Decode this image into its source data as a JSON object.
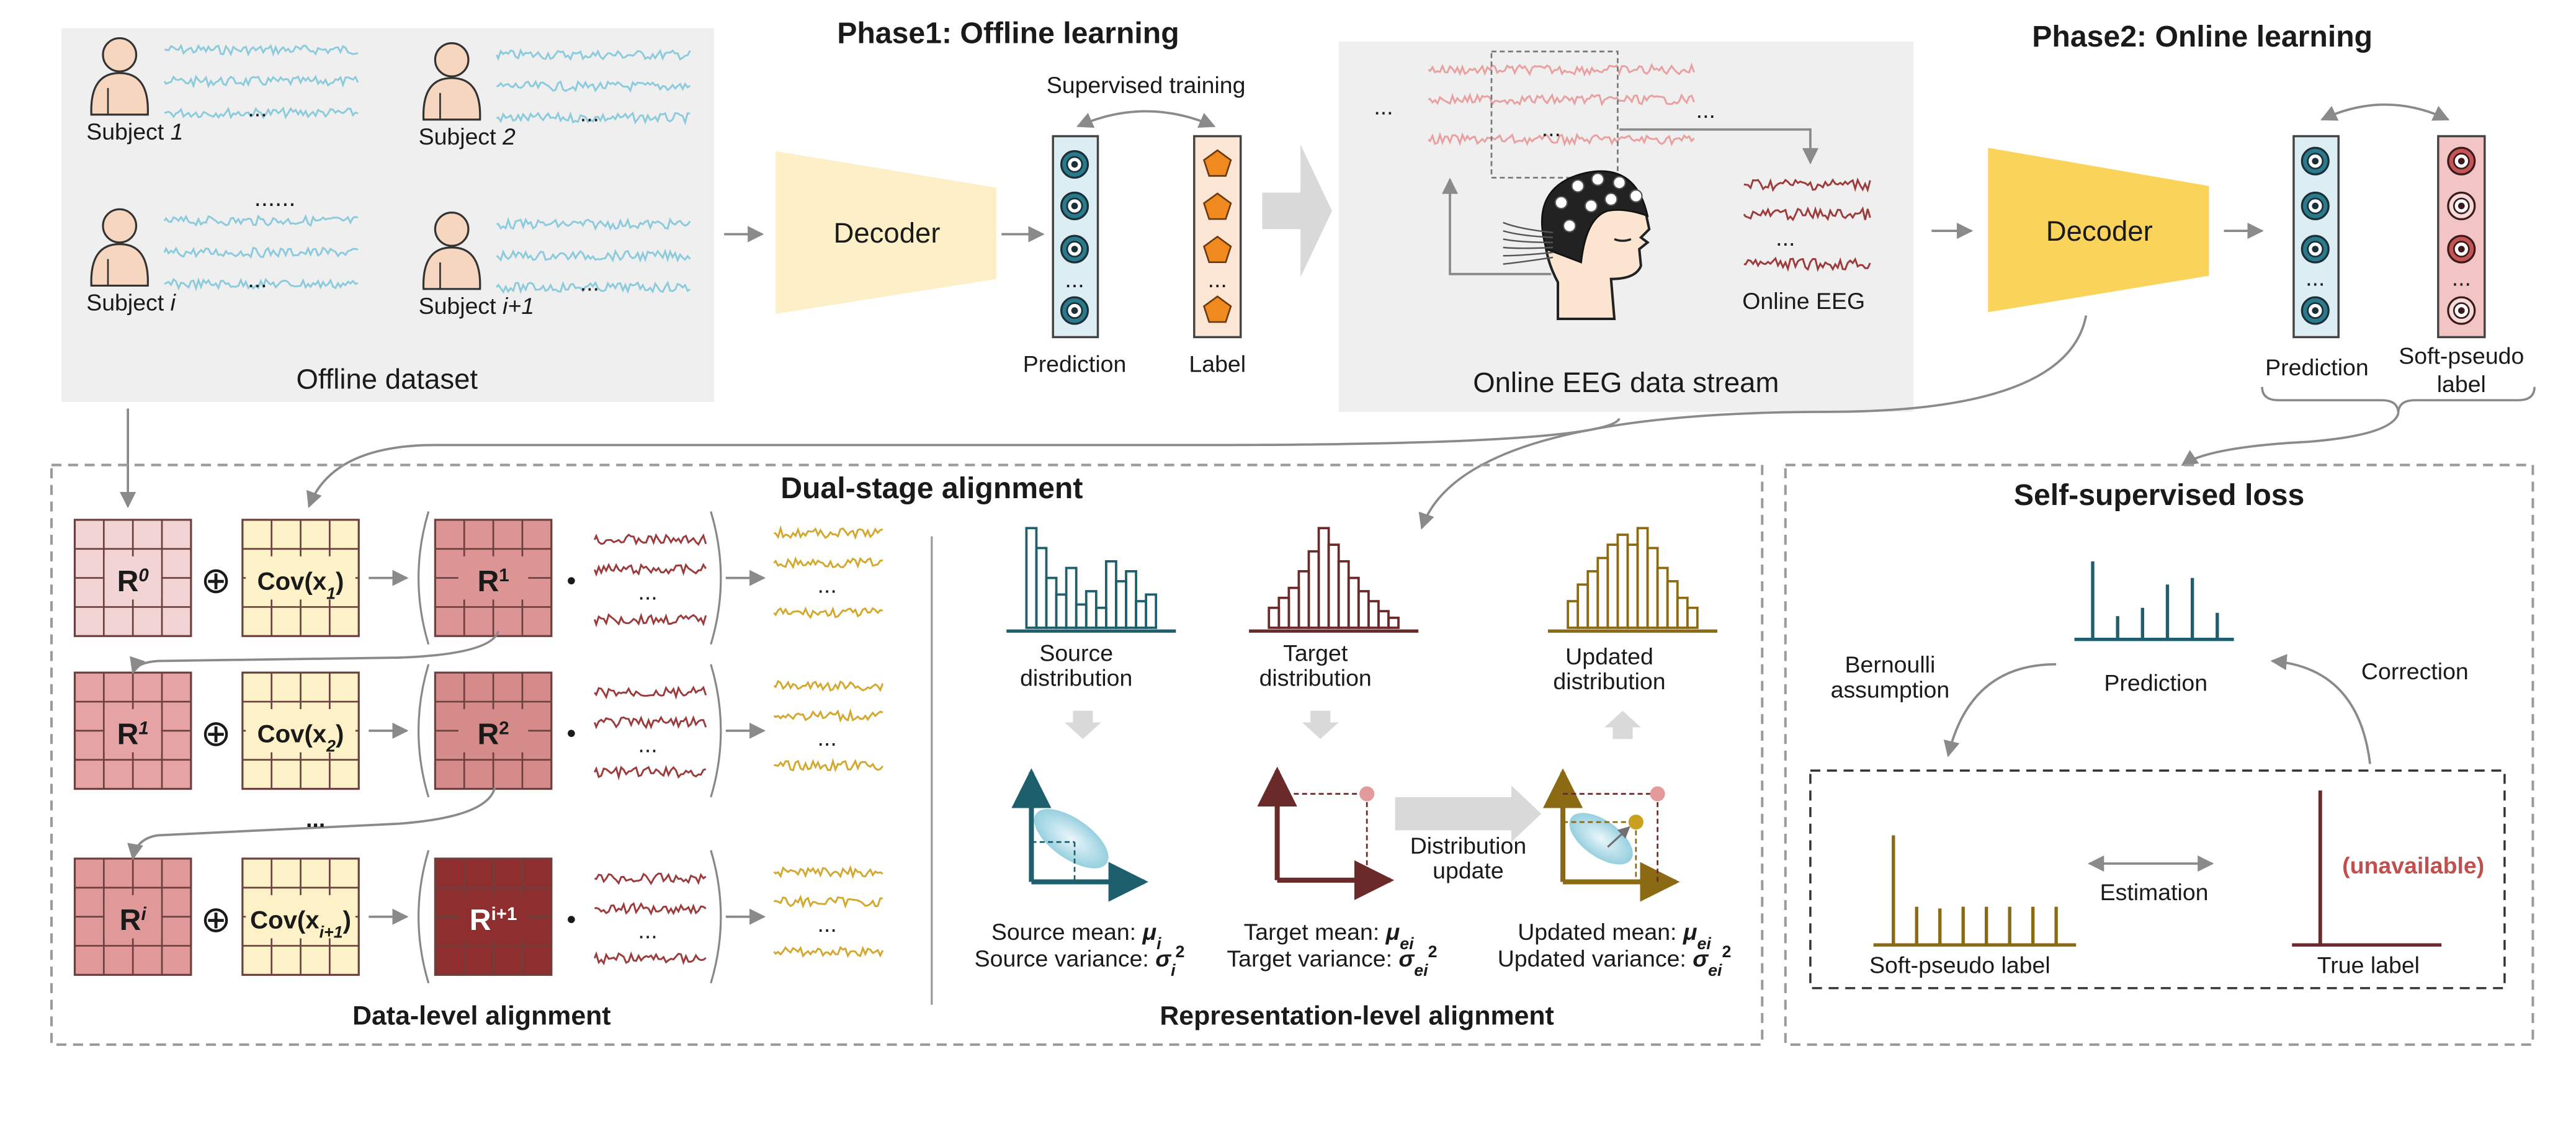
{
  "phase1": {
    "title": "Phase1: Offline learning",
    "supervised": "Supervised training",
    "decoder": "Decoder",
    "prediction": "Prediction",
    "label": "Label"
  },
  "phase2": {
    "title": "Phase2: Online learning",
    "decoder": "Decoder",
    "prediction": "Prediction",
    "soft_pseudo_l1": "Soft-pseudo",
    "soft_pseudo_l2": "label"
  },
  "offline": {
    "caption": "Offline dataset",
    "subject_prefix": "Subject ",
    "subjects": [
      "1",
      "2",
      "i",
      "i+1"
    ],
    "dots": "......"
  },
  "online": {
    "caption": "Online EEG data stream",
    "online_eeg": "Online EEG"
  },
  "dual": {
    "title": "Dual-stage alignment",
    "data_level": "Data-level alignment",
    "rep_level": "Representation-level alignment",
    "rows": [
      {
        "r_left": "R",
        "r_left_sup": "0",
        "cov": "Cov(x",
        "cov_sub": "1",
        "r_right": "R",
        "r_right_sup": "1"
      },
      {
        "r_left": "R",
        "r_left_sup": "1",
        "cov": "Cov(x",
        "cov_sub": "2",
        "r_right": "R",
        "r_right_sup": "2"
      },
      {
        "r_left": "R",
        "r_left_sup": "i",
        "cov": "Cov(x",
        "cov_sub": "i+1",
        "r_right": "R",
        "r_right_sup": "i+1"
      }
    ],
    "dots": "..."
  },
  "rep": {
    "source_dist": [
      "Source",
      "distribution"
    ],
    "target_dist": [
      "Target",
      "distribution"
    ],
    "updated_dist": [
      "Updated",
      "distribution"
    ],
    "dist_update": [
      "Distribution",
      "update"
    ],
    "source_mean": "Source mean: ",
    "source_mean_sym": "μ",
    "source_mean_sub": "i",
    "source_var": "Source variance: ",
    "source_var_sym": "σ",
    "source_var_sub": "i",
    "target_mean": "Target mean: ",
    "target_mean_sym": "μ",
    "target_mean_sub": "ei",
    "target_var": "Target variance: ",
    "target_var_sym": "σ",
    "target_var_sub": "ei",
    "updated_mean": "Updated mean: ",
    "updated_mean_sym": "μ",
    "updated_mean_sub": "ei",
    "updated_var": "Updated variance: ",
    "updated_var_sym": "σ",
    "updated_var_sub": "ei",
    "sq": "2"
  },
  "ssl": {
    "title": "Self-supervised  loss",
    "prediction": "Prediction",
    "bernoulli": [
      "Bernoulli",
      "assumption"
    ],
    "correction": "Correction",
    "estimation": "Estimation",
    "soft_pseudo_label": "Soft-pseudo label",
    "true_label": "True label",
    "unavailable": "(unavailable)"
  },
  "plus": "⊕",
  "dot_op": "•",
  "ellipsis": "...",
  "colors": {
    "panel_bg": "#efefef",
    "decoder_light": "#fdf0c8",
    "decoder_strong": "#fad35a",
    "teal": "#1e5f6e",
    "dark_red": "#6b2a2a",
    "gold": "#8a6a12",
    "orange_label": "#f08a1e",
    "unavailable": "#c0504d"
  }
}
